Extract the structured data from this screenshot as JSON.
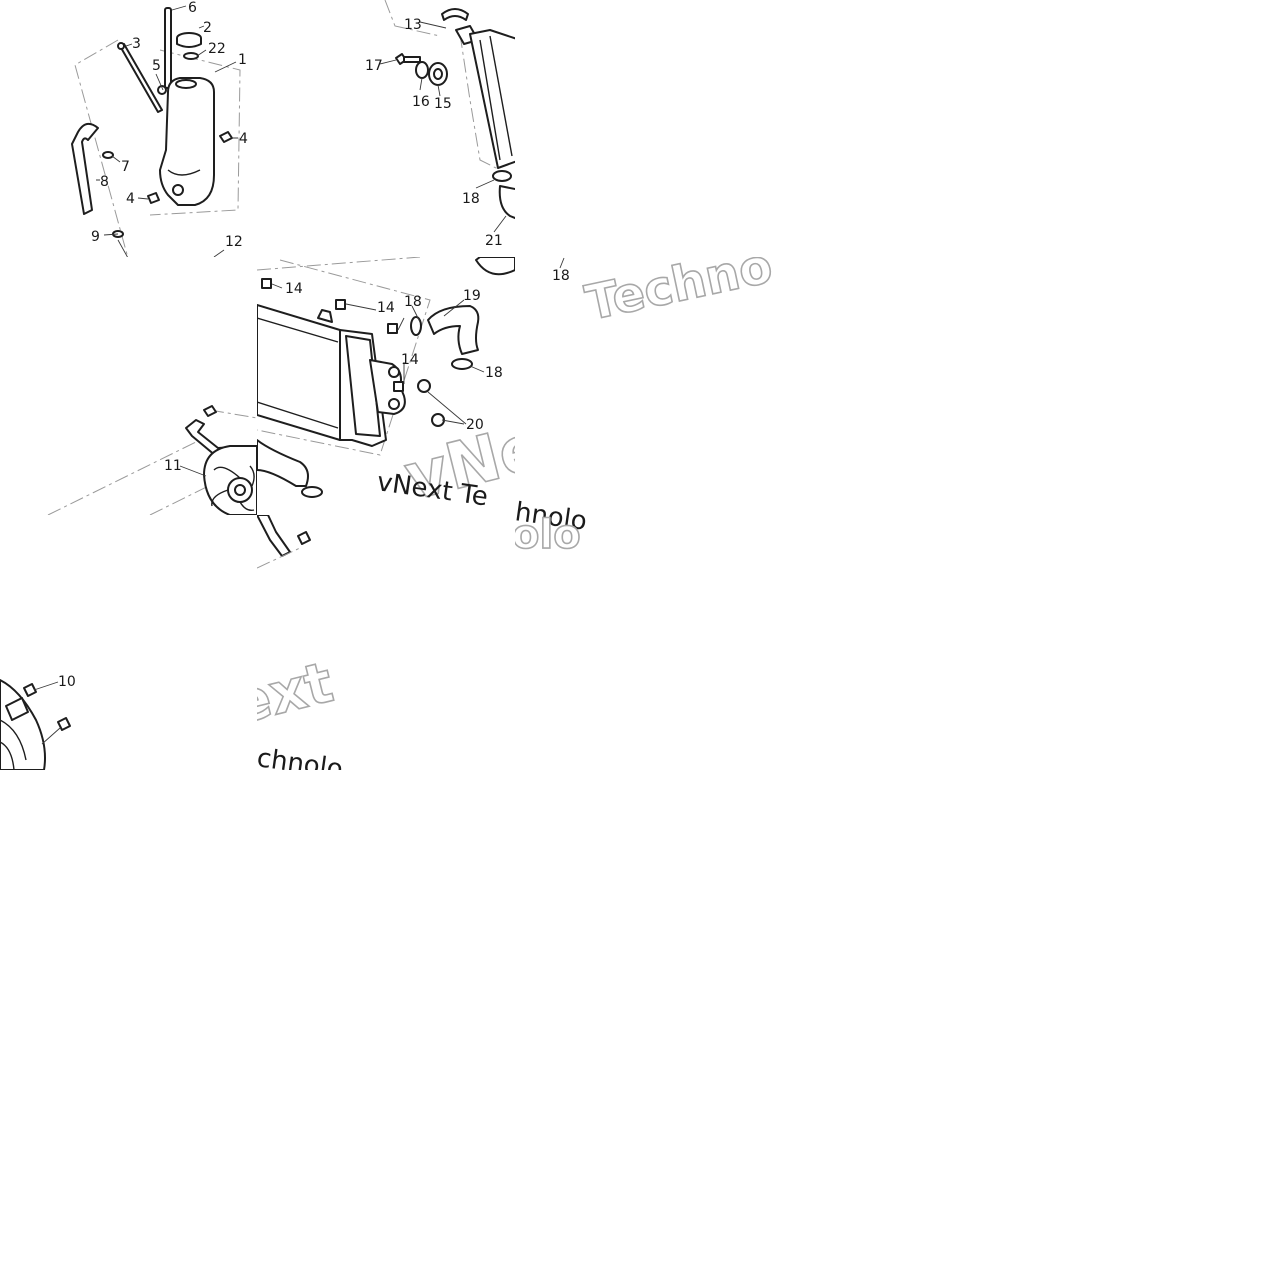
{
  "diagram": {
    "part_labels": {
      "p1": "1",
      "p2": "2",
      "p3": "3",
      "p4a": "4",
      "p4b": "4",
      "p5": "5",
      "p6": "6",
      "p7": "7",
      "p8": "8",
      "p9": "9",
      "p10": "10",
      "p11": "11",
      "p12": "12",
      "p13": "13",
      "p14a": "14",
      "p14b": "14",
      "p14c": "14",
      "p15": "15",
      "p16": "16",
      "p17": "17",
      "p18a": "18",
      "p18b": "18",
      "p18c": "18",
      "p18d": "18",
      "p19": "19",
      "p20": "20",
      "p21": "21",
      "p22": "22"
    },
    "watermark": {
      "main_text": "vNext Technologies",
      "frag_a": "Techno",
      "frag_b": "vNe",
      "frag_c": "vNext Te",
      "frag_d": "chnolo",
      "frag_e": "olo",
      "frag_f": "ext",
      "frag_g": "chnolo"
    }
  }
}
